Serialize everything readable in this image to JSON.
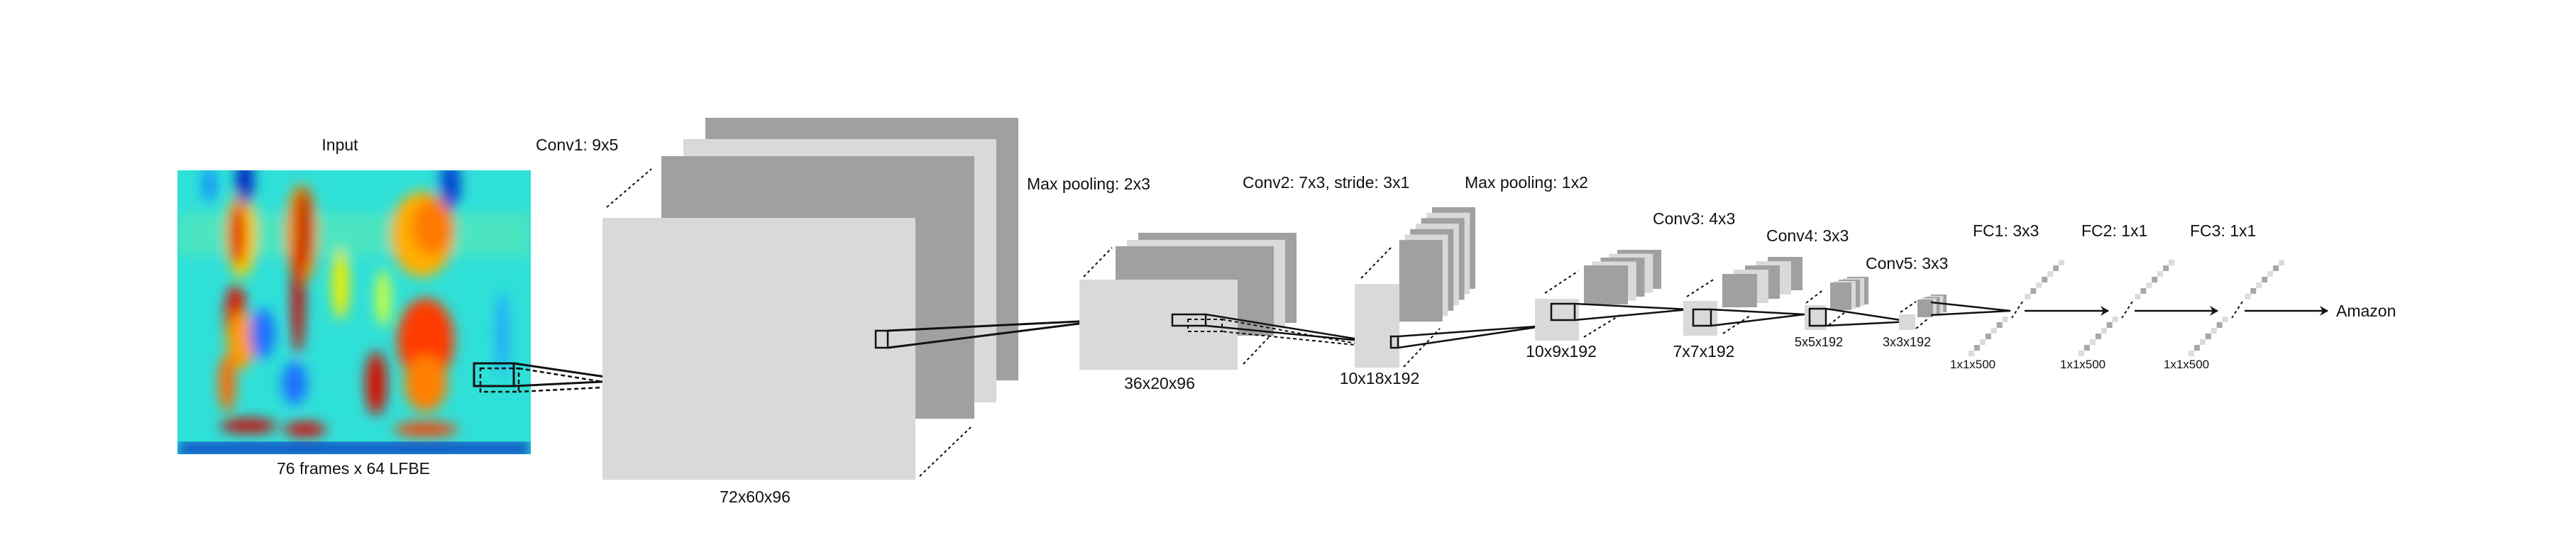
{
  "input": {
    "title": "Input",
    "caption": "76 frames x 64 LFBE"
  },
  "layers": {
    "conv1": {
      "label": "Conv1: 9x5",
      "dims": "72x60x96"
    },
    "pool1": {
      "label": "Max pooling: 2x3",
      "dims": "36x20x96"
    },
    "conv2": {
      "label": "Conv2: 7x3, stride: 3x1",
      "dims": "10x18x192"
    },
    "pool2": {
      "label": "Max pooling: 1x2",
      "dims": "10x9x192"
    },
    "conv3": {
      "label": "Conv3: 4x3",
      "dims": "7x7x192"
    },
    "conv4": {
      "label": "Conv4: 3x3",
      "dims": "5x5x192"
    },
    "conv5": {
      "label": "Conv5: 3x3",
      "dims": "3x3x192"
    },
    "fc1": {
      "label": "FC1: 3x3",
      "dims": "1x1x500"
    },
    "fc2": {
      "label": "FC2: 1x1",
      "dims": "1x1x500"
    },
    "fc3": {
      "label": "FC3: 1x1",
      "dims": "1x1x500"
    }
  },
  "output": {
    "label": "Amazon"
  },
  "colors": {
    "map_dark": "#a0a0a0",
    "map_light": "#d9d9d9"
  }
}
